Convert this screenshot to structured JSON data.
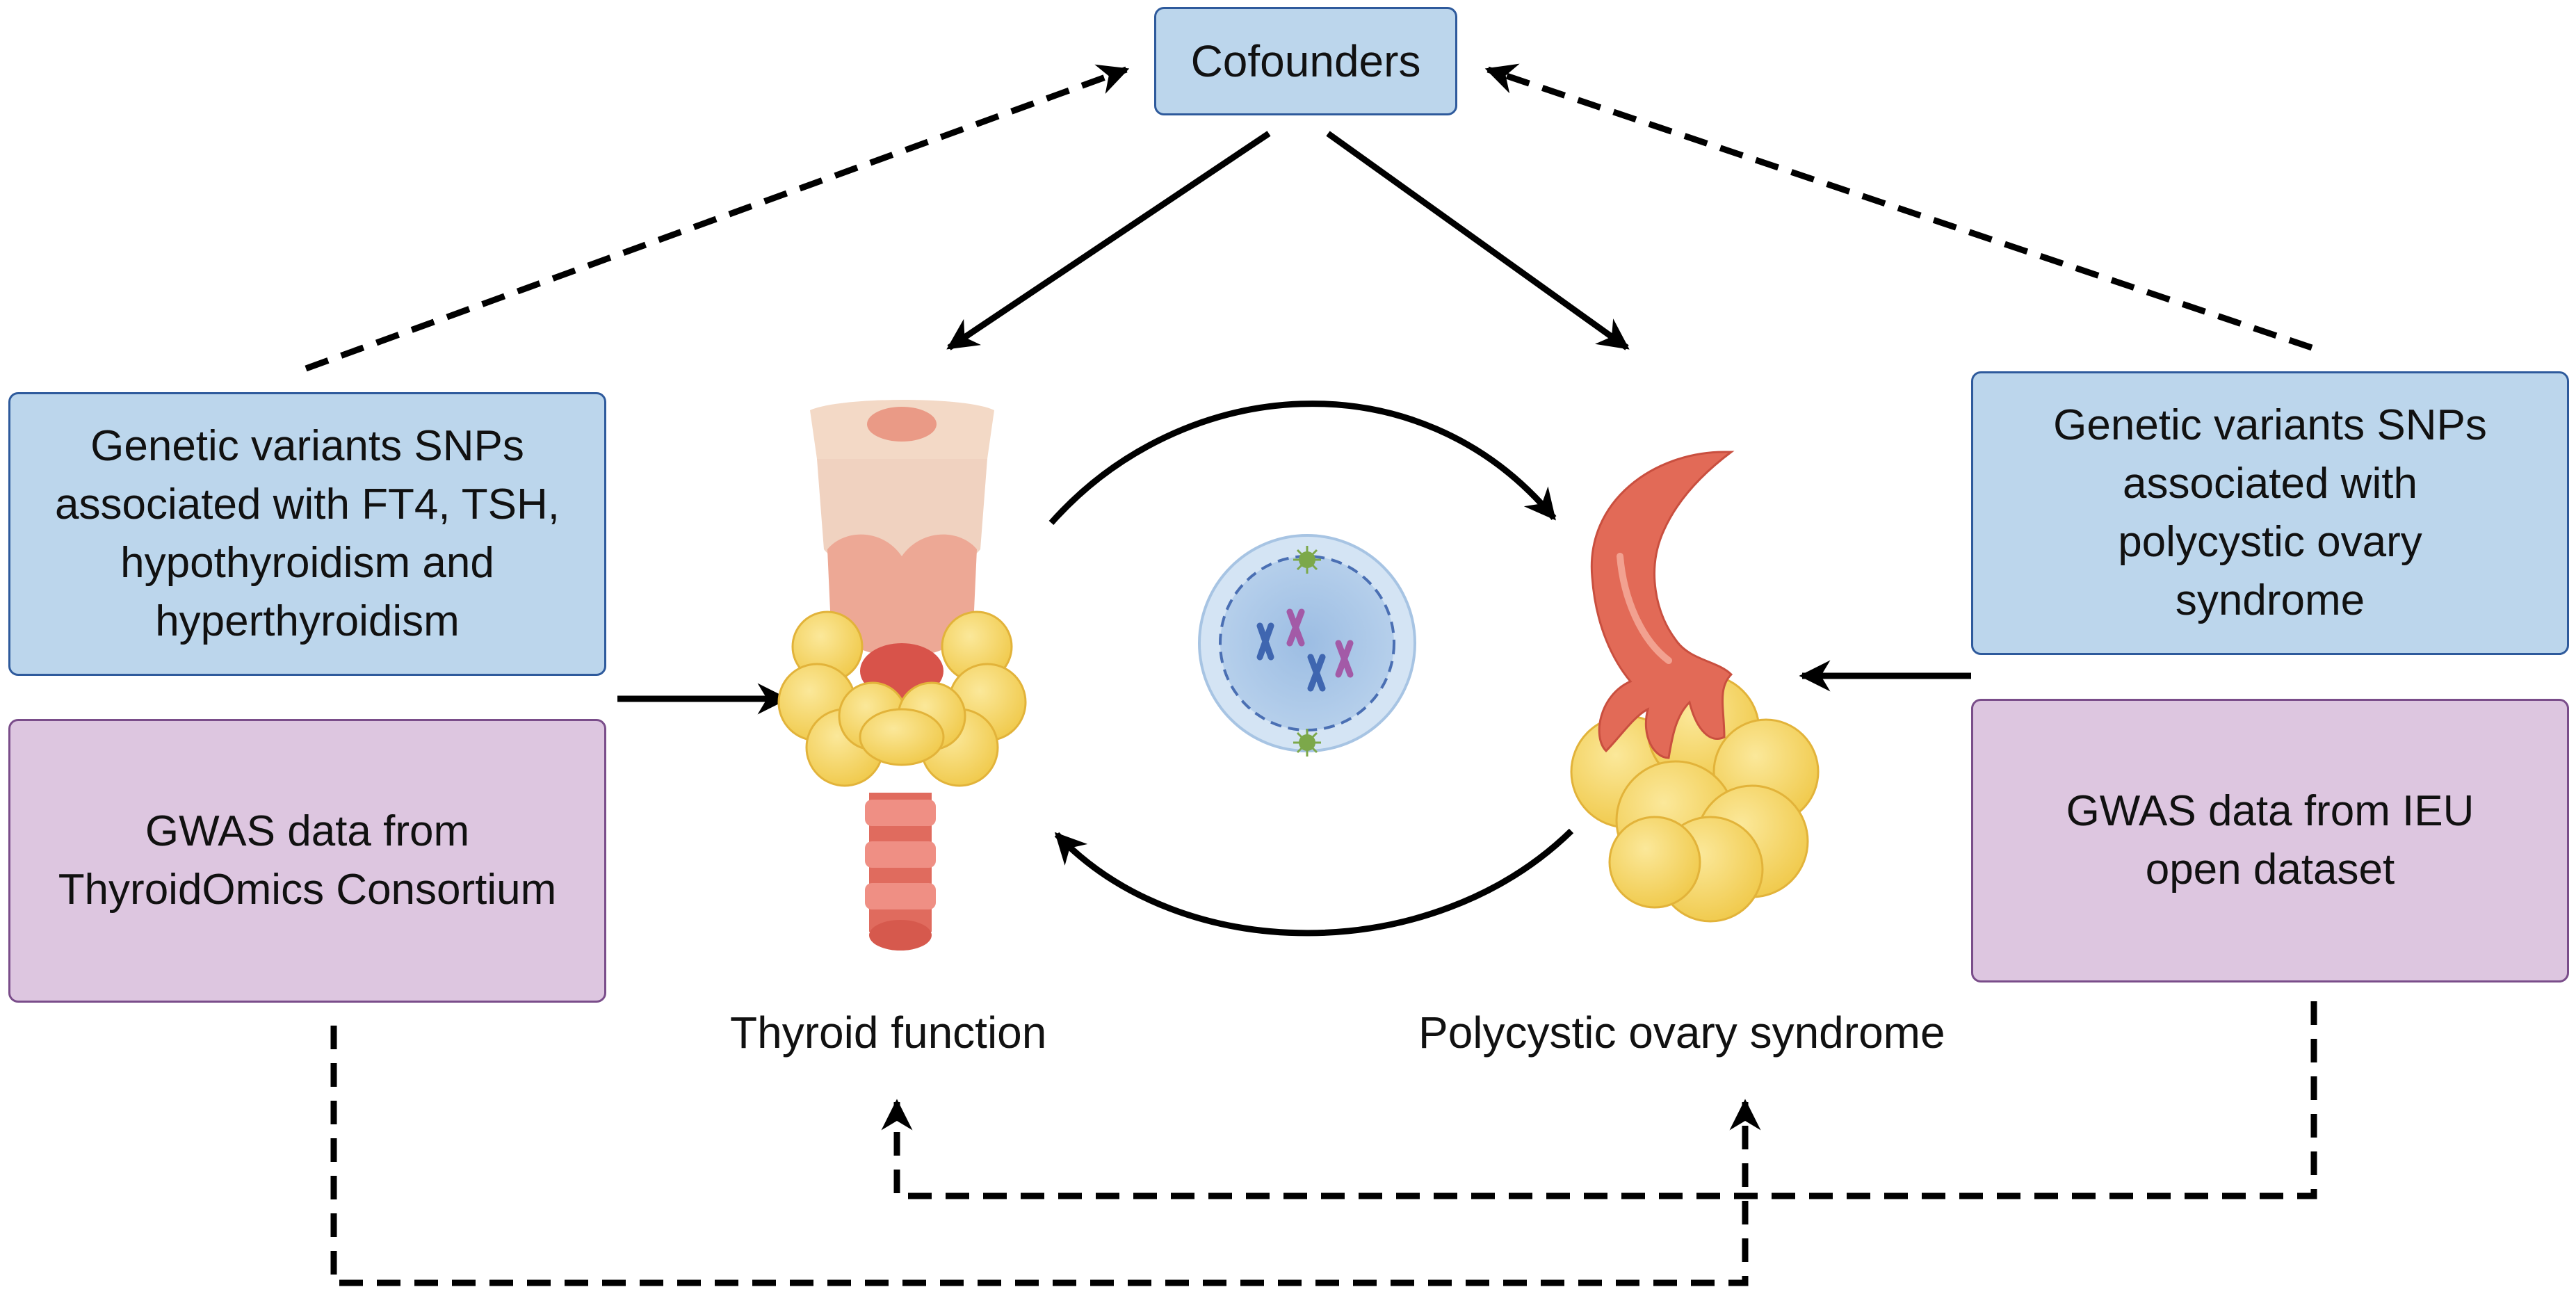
{
  "confounders": "Cofounders",
  "left_exposure": {
    "lines": [
      "Genetic variants SNPs",
      "associated with FT4, TSH,",
      "hypothyroidism and",
      "hyperthyroidism"
    ]
  },
  "left_source": {
    "lines": [
      "GWAS data from",
      "ThyroidOmics Consortium"
    ]
  },
  "right_exposure": {
    "lines": [
      "Genetic variants SNPs",
      "associated with",
      "polycystic ovary",
      "syndrome"
    ]
  },
  "right_source": {
    "lines": [
      "GWAS data from IEU",
      "open dataset"
    ]
  },
  "thyroid_label": "Thyroid function",
  "pcos_label": "Polycystic ovary syndrome",
  "colors": {
    "blue_box": "#bcd6ec",
    "purple_box": "#ddc6e0",
    "arrow": "#000000",
    "thyroid_gland": "#f6d66a",
    "ovary": "#f6d66a",
    "fallopian_tube": "#e26a57",
    "cell": "#cfe1f2"
  },
  "icons": [
    "thyroid-gland-icon",
    "ovary-icon",
    "cell-nucleus-icon"
  ]
}
